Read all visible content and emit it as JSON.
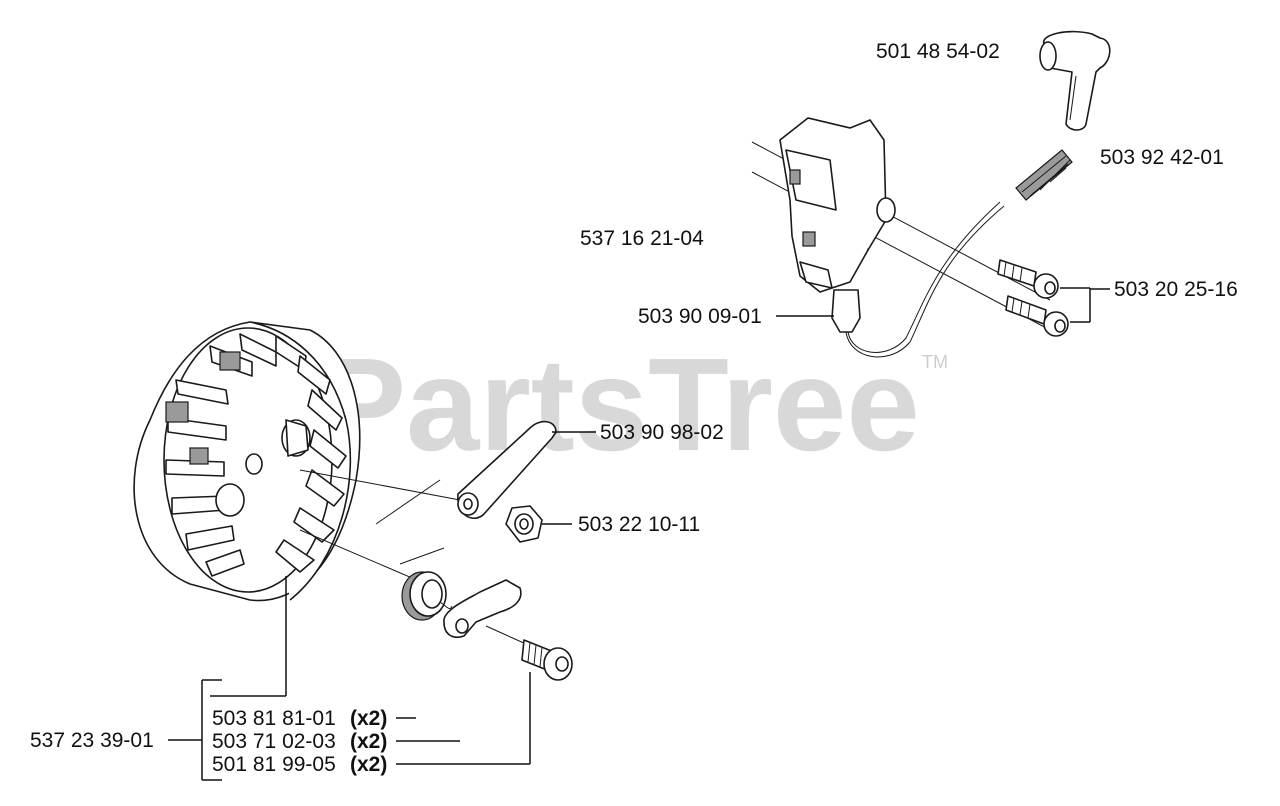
{
  "watermark": {
    "text": "PartsTree",
    "trademark": "TM"
  },
  "labels": {
    "p_501_48_54_02": "501 48 54-02",
    "p_503_92_42_01": "503 92 42-01",
    "p_537_16_21_04": "537 16 21-04",
    "p_503_20_25_16": "503 20 25-16",
    "p_503_90_09_01": "503 90 09-01",
    "p_503_90_98_02": "503 90 98-02",
    "p_503_22_10_11": "503 22 10-11",
    "p_537_23_39_01": "537 23 39-01",
    "p_503_81_81_01": "503 81 81-01",
    "p_503_71_02_03": "503 71 02-03",
    "p_501_81_99_05": "501 81 99-05",
    "qty_x2": "(x2)"
  }
}
